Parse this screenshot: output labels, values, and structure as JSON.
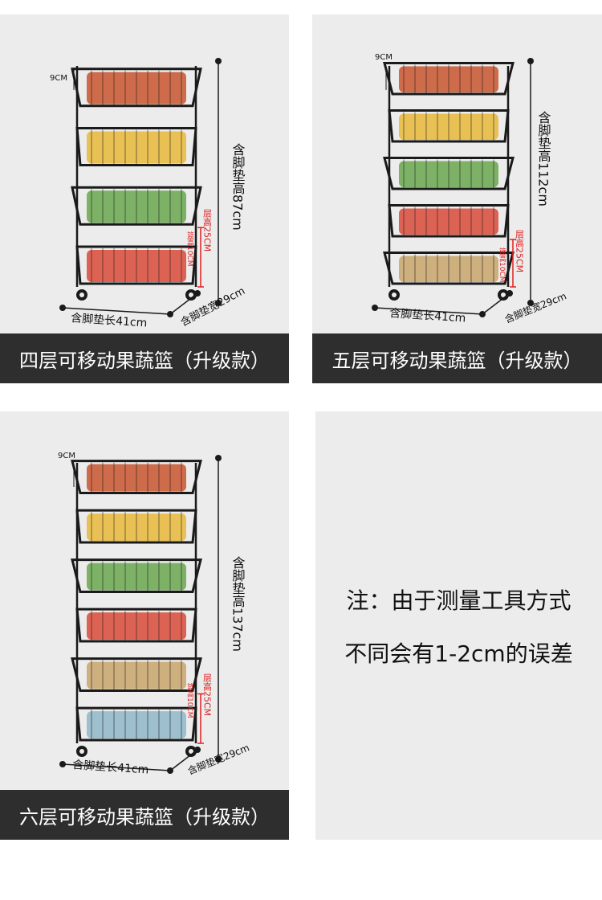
{
  "panels": [
    {
      "caption": "四层可移动果蔬篮（升级款）",
      "tiers": 4,
      "top_height_label": "9CM",
      "height_label": "含脚垫高87cm",
      "layer_label": "层高25CM",
      "basket_label": "篮高10CM",
      "length_label": "含脚垫长41cm",
      "width_label": "含脚垫宽29cm"
    },
    {
      "caption": "五层可移动果蔬篮（升级款）",
      "tiers": 5,
      "top_height_label": "9CM",
      "height_label": "含脚垫高112cm",
      "layer_label": "层高25CM",
      "basket_label": "篮高10CM",
      "length_label": "含脚垫长41cm",
      "width_label": "含脚垫宽29cm"
    },
    {
      "caption": "六层可移动果蔬篮（升级款）",
      "tiers": 6,
      "top_height_label": "9CM",
      "height_label": "含脚垫高137cm",
      "layer_label": "层高25CM",
      "basket_label": "篮高10CM",
      "length_label": "含脚垫长41cm",
      "width_label": "含脚垫宽29cm"
    }
  ],
  "note": {
    "line1": "注：由于测量工具方式",
    "line2": "不同会有1-2cm的误差"
  },
  "colors": {
    "panel_bg": "#ececec",
    "caption_bg": "#2e2e2e",
    "caption_text": "#ffffff",
    "rack_frame": "#1a1a1a",
    "measure_red": "#e02020",
    "note_text": "#111111"
  }
}
